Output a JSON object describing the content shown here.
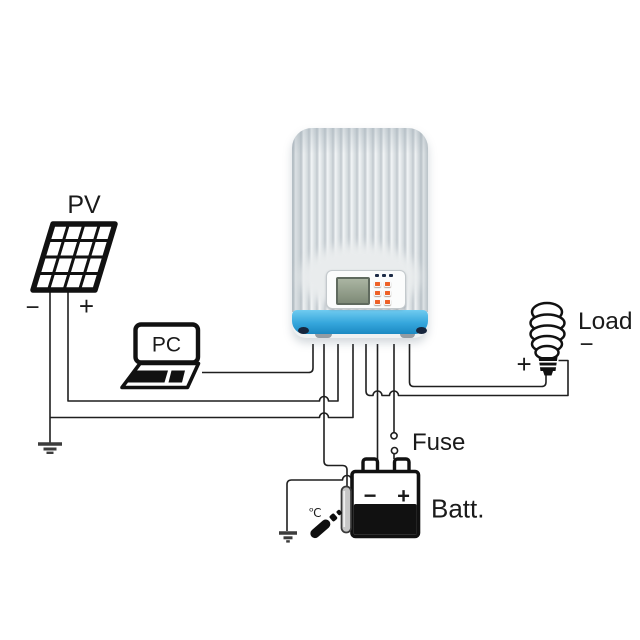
{
  "scene": {
    "background": "#ffffff",
    "labels": {
      "pv": "PV",
      "pv_minus": "−",
      "pv_plus": "+",
      "pc": "PC",
      "load": "Load",
      "load_minus": "−",
      "load_plus": "+",
      "fuse": "Fuse",
      "battery": "Batt.",
      "battery_minus": "−",
      "battery_plus": "+",
      "temp_unit": "℃"
    },
    "colors": {
      "wire": "#1f1f1f",
      "icon_stroke": "#111111",
      "text": "#1a1a1a",
      "ground_symbol": "#3c3c3c",
      "controller_body": "#e8ebec",
      "controller_fin_shadow": "#c7ced3",
      "controller_band_blue_top": "#70cbf0",
      "controller_band_blue_bottom": "#1b89c2",
      "lcd_screen": "#8e9a87",
      "button_orange": "#ee6127",
      "led_indicator": "#1c2b46",
      "temp_probe_silver": "#c6c6c6",
      "battery_body": "#111111"
    },
    "components": [
      {
        "name": "pv-array"
      },
      {
        "name": "pc"
      },
      {
        "name": "solar-charge-controller"
      },
      {
        "name": "load-lamp"
      },
      {
        "name": "fuse"
      },
      {
        "name": "battery"
      },
      {
        "name": "temperature-sensor"
      },
      {
        "name": "ground"
      }
    ]
  }
}
